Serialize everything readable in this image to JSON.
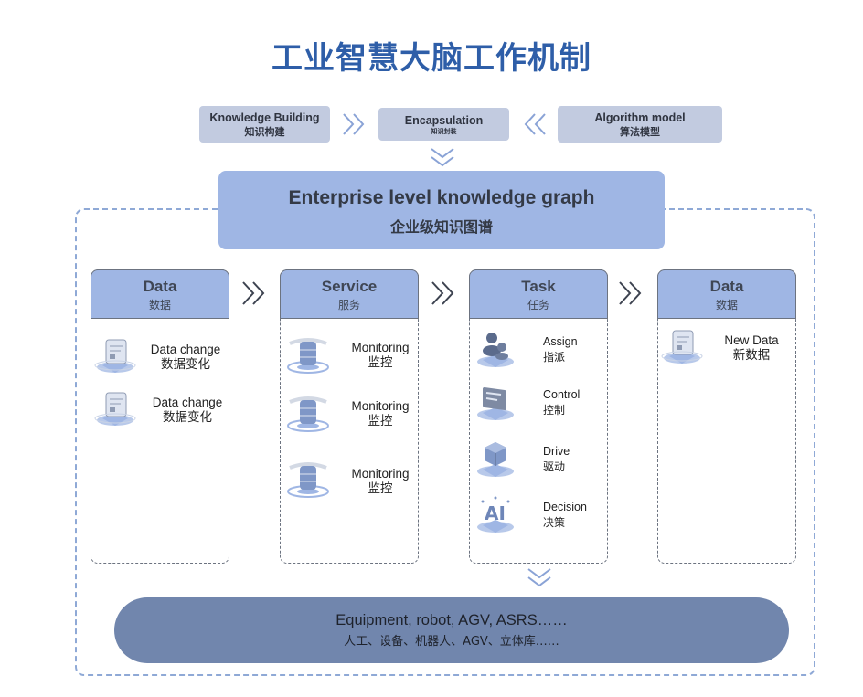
{
  "title": "工业智慧大脑工作机制",
  "inputs": [
    {
      "en": "Knowledge Building",
      "zh": "知识构建"
    },
    {
      "en": "Encapsulation",
      "zh": "知识封装"
    },
    {
      "en": "Algorithm model",
      "zh": "算法模型"
    }
  ],
  "knowledge_graph": {
    "en": "Enterprise level knowledge graph",
    "zh": "企业级知识图谱"
  },
  "columns": [
    {
      "en": "Data",
      "zh": "数据",
      "items": [
        {
          "icon": "data-document-icon",
          "en": "Data change",
          "zh": "数据变化"
        },
        {
          "icon": "data-document-icon",
          "en": "Data change",
          "zh": "数据变化"
        }
      ]
    },
    {
      "en": "Service",
      "zh": "服务",
      "items": [
        {
          "icon": "database-monitor-icon",
          "en": "Monitoring",
          "zh": "监控"
        },
        {
          "icon": "database-monitor-icon",
          "en": "Monitoring",
          "zh": "监控"
        },
        {
          "icon": "database-monitor-icon",
          "en": "Monitoring",
          "zh": "监控"
        }
      ]
    },
    {
      "en": "Task",
      "zh": "任务",
      "items": [
        {
          "icon": "assign-users-icon",
          "en": "Assign",
          "zh": "指派"
        },
        {
          "icon": "control-screen-icon",
          "en": "Control",
          "zh": "控制"
        },
        {
          "icon": "drive-cube-icon",
          "en": "Drive",
          "zh": "驱动"
        },
        {
          "icon": "ai-decision-icon",
          "en": "Decision",
          "zh": "决策"
        }
      ]
    },
    {
      "en": "Data",
      "zh": "数据",
      "items": [
        {
          "icon": "data-document-icon",
          "en": "New Data",
          "zh": "新数据"
        }
      ]
    }
  ],
  "execution": {
    "en": "Equipment, robot, AGV, ASRS……",
    "zh": "人工、设备、机器人、AGV、立体库……"
  },
  "colors": {
    "title": "#2e5ea8",
    "header_fill": "#9fb6e4",
    "input_fill": "#c2cbe0",
    "pill_fill": "#7186ad",
    "dashed_border": "#8fa9d6"
  }
}
